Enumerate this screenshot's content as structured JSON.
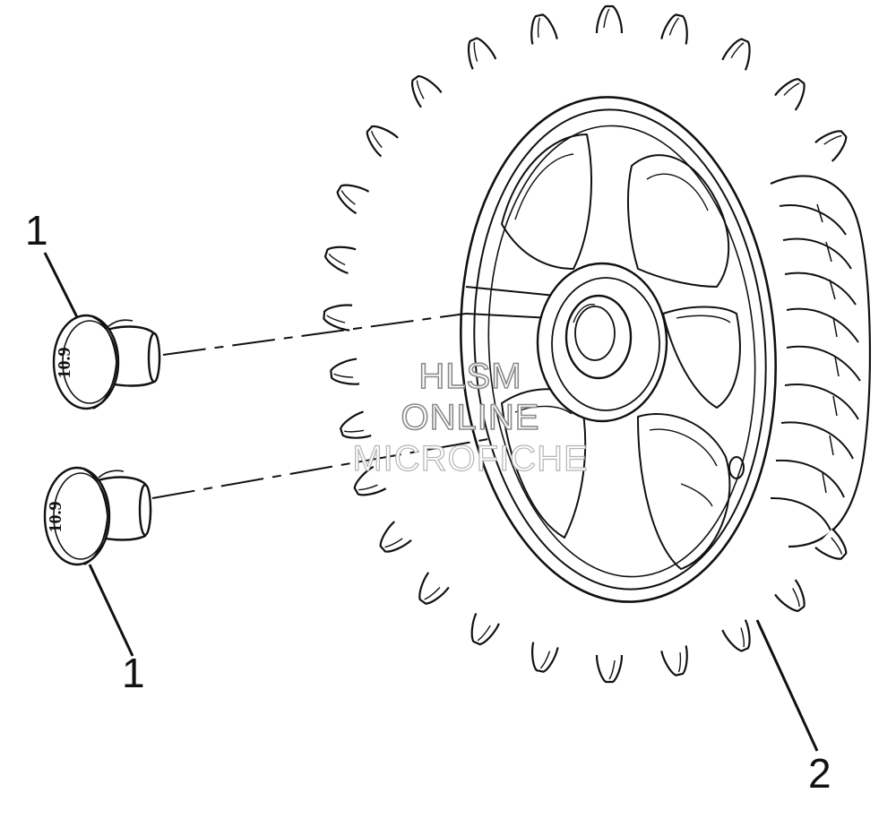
{
  "callouts": {
    "top_left": "1",
    "bottom_left": "1",
    "bottom_right": "2"
  },
  "watermark": {
    "line1": "HLSM",
    "line2": "ONLINE",
    "line3": "MICROFICHE"
  },
  "bolt_marking": "10.9",
  "colors": {
    "line": "#111111",
    "watermark_outline": "#8a8a8a"
  }
}
